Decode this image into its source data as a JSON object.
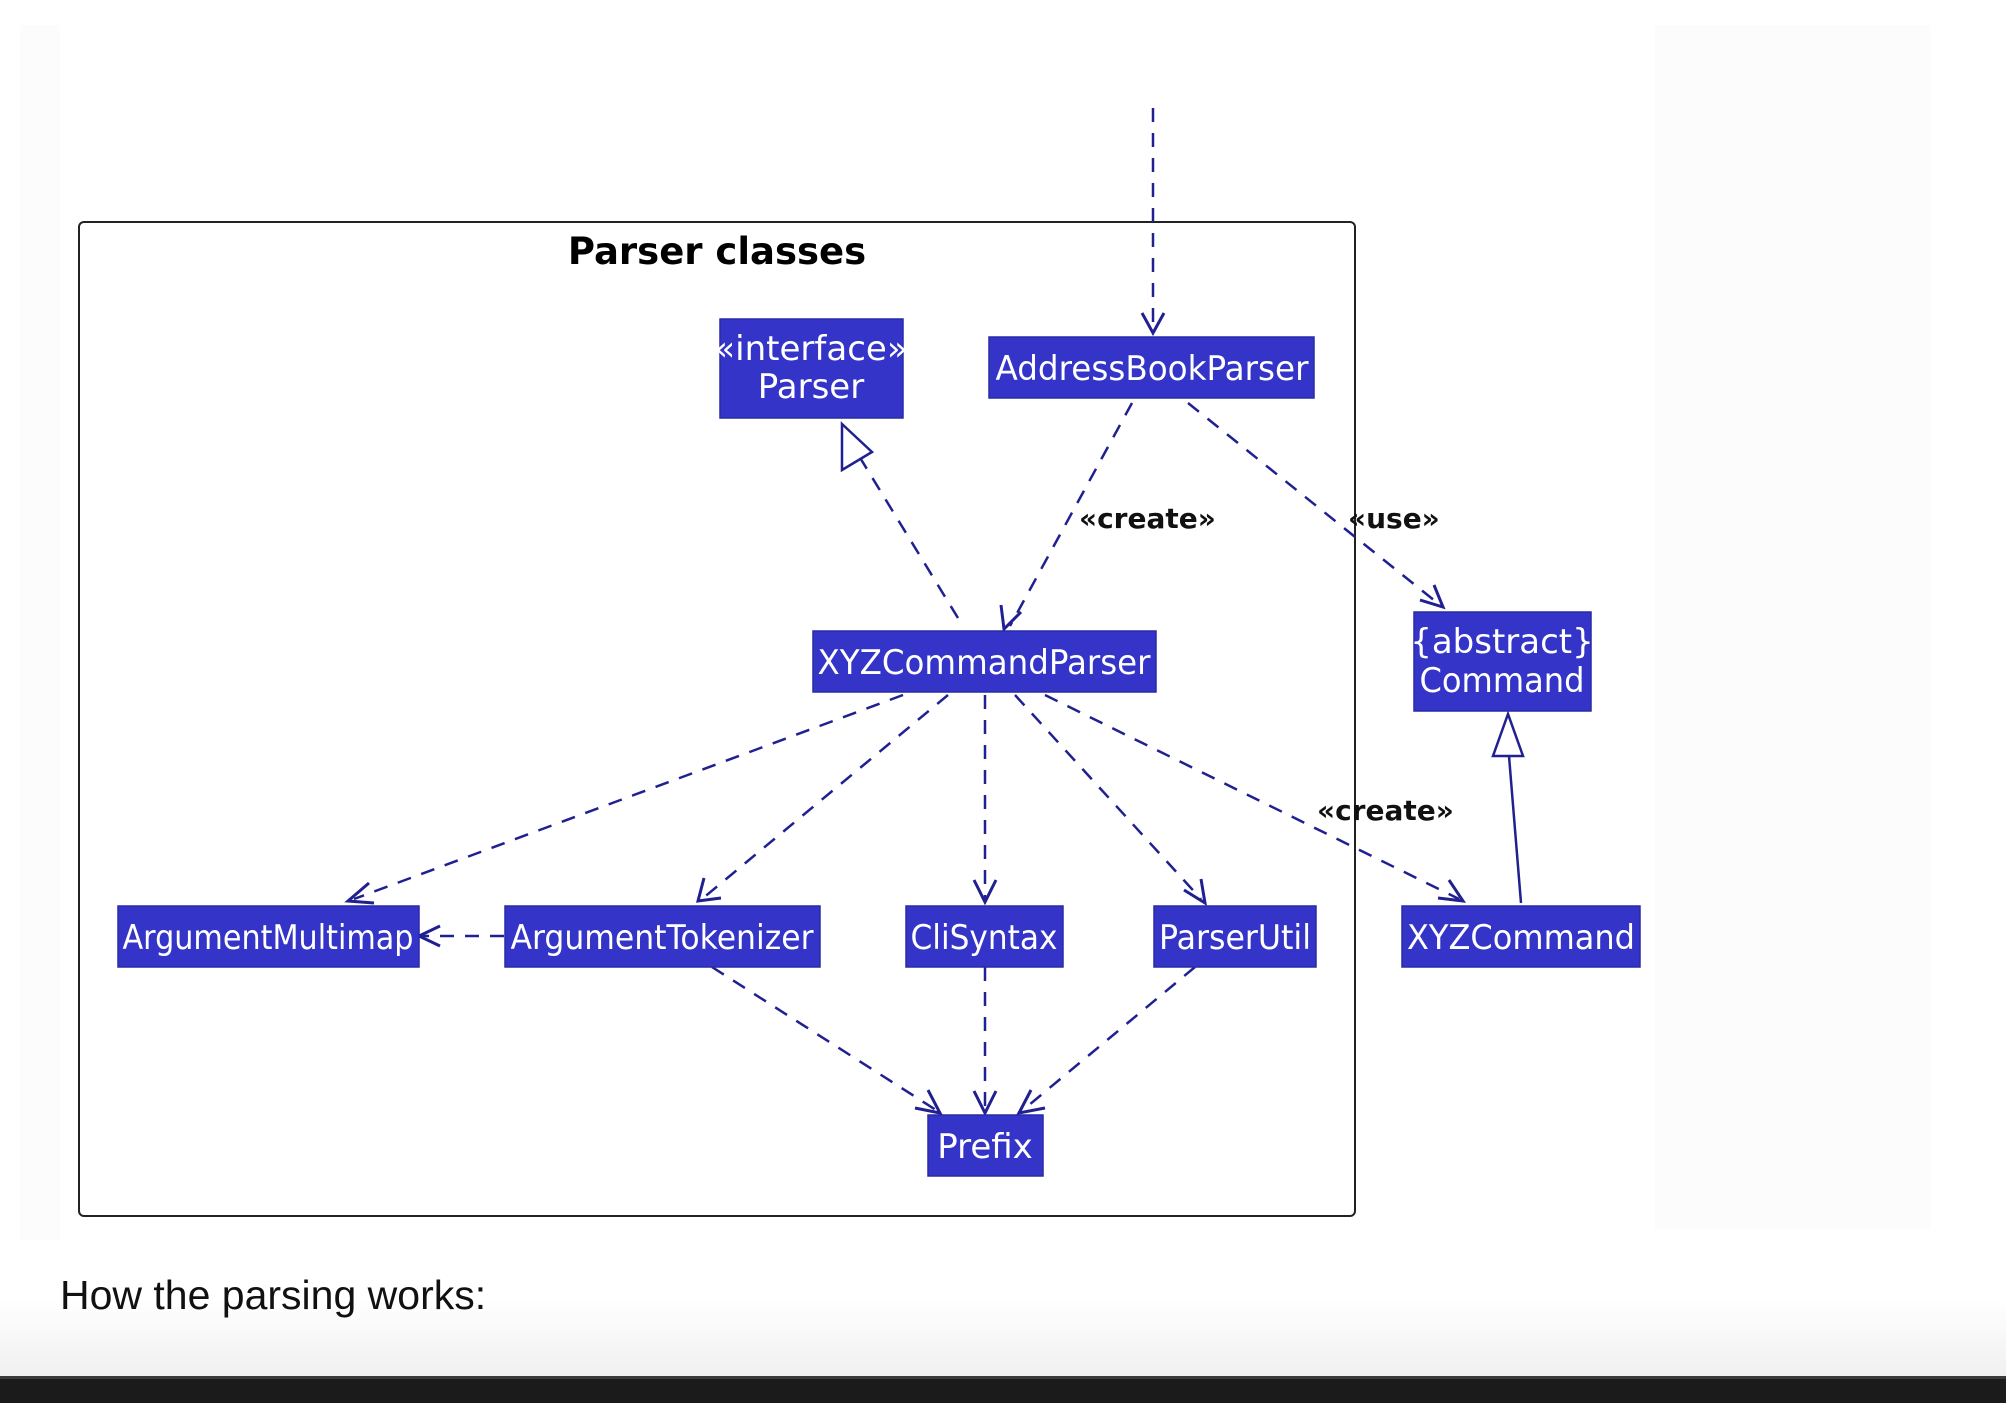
{
  "package": {
    "title": "Parser classes"
  },
  "classes": {
    "parser_interface": {
      "stereotype": "«interface»",
      "name": "Parser"
    },
    "address_book_parser": {
      "name": "AddressBookParser"
    },
    "xyz_command_parser": {
      "name": "XYZCommandParser"
    },
    "command": {
      "stereotype": "{abstract}",
      "name": "Command"
    },
    "argument_multimap": {
      "name": "ArgumentMultimap"
    },
    "argument_tokenizer": {
      "name": "ArgumentTokenizer"
    },
    "cli_syntax": {
      "name": "CliSyntax"
    },
    "parser_util": {
      "name": "ParserUtil"
    },
    "xyz_command": {
      "name": "XYZCommand"
    },
    "prefix": {
      "name": "Prefix"
    }
  },
  "relations": {
    "create_parser": "«create»",
    "use_command": "«use»",
    "create_command": "«create»"
  },
  "caption": "How the parsing works:"
}
